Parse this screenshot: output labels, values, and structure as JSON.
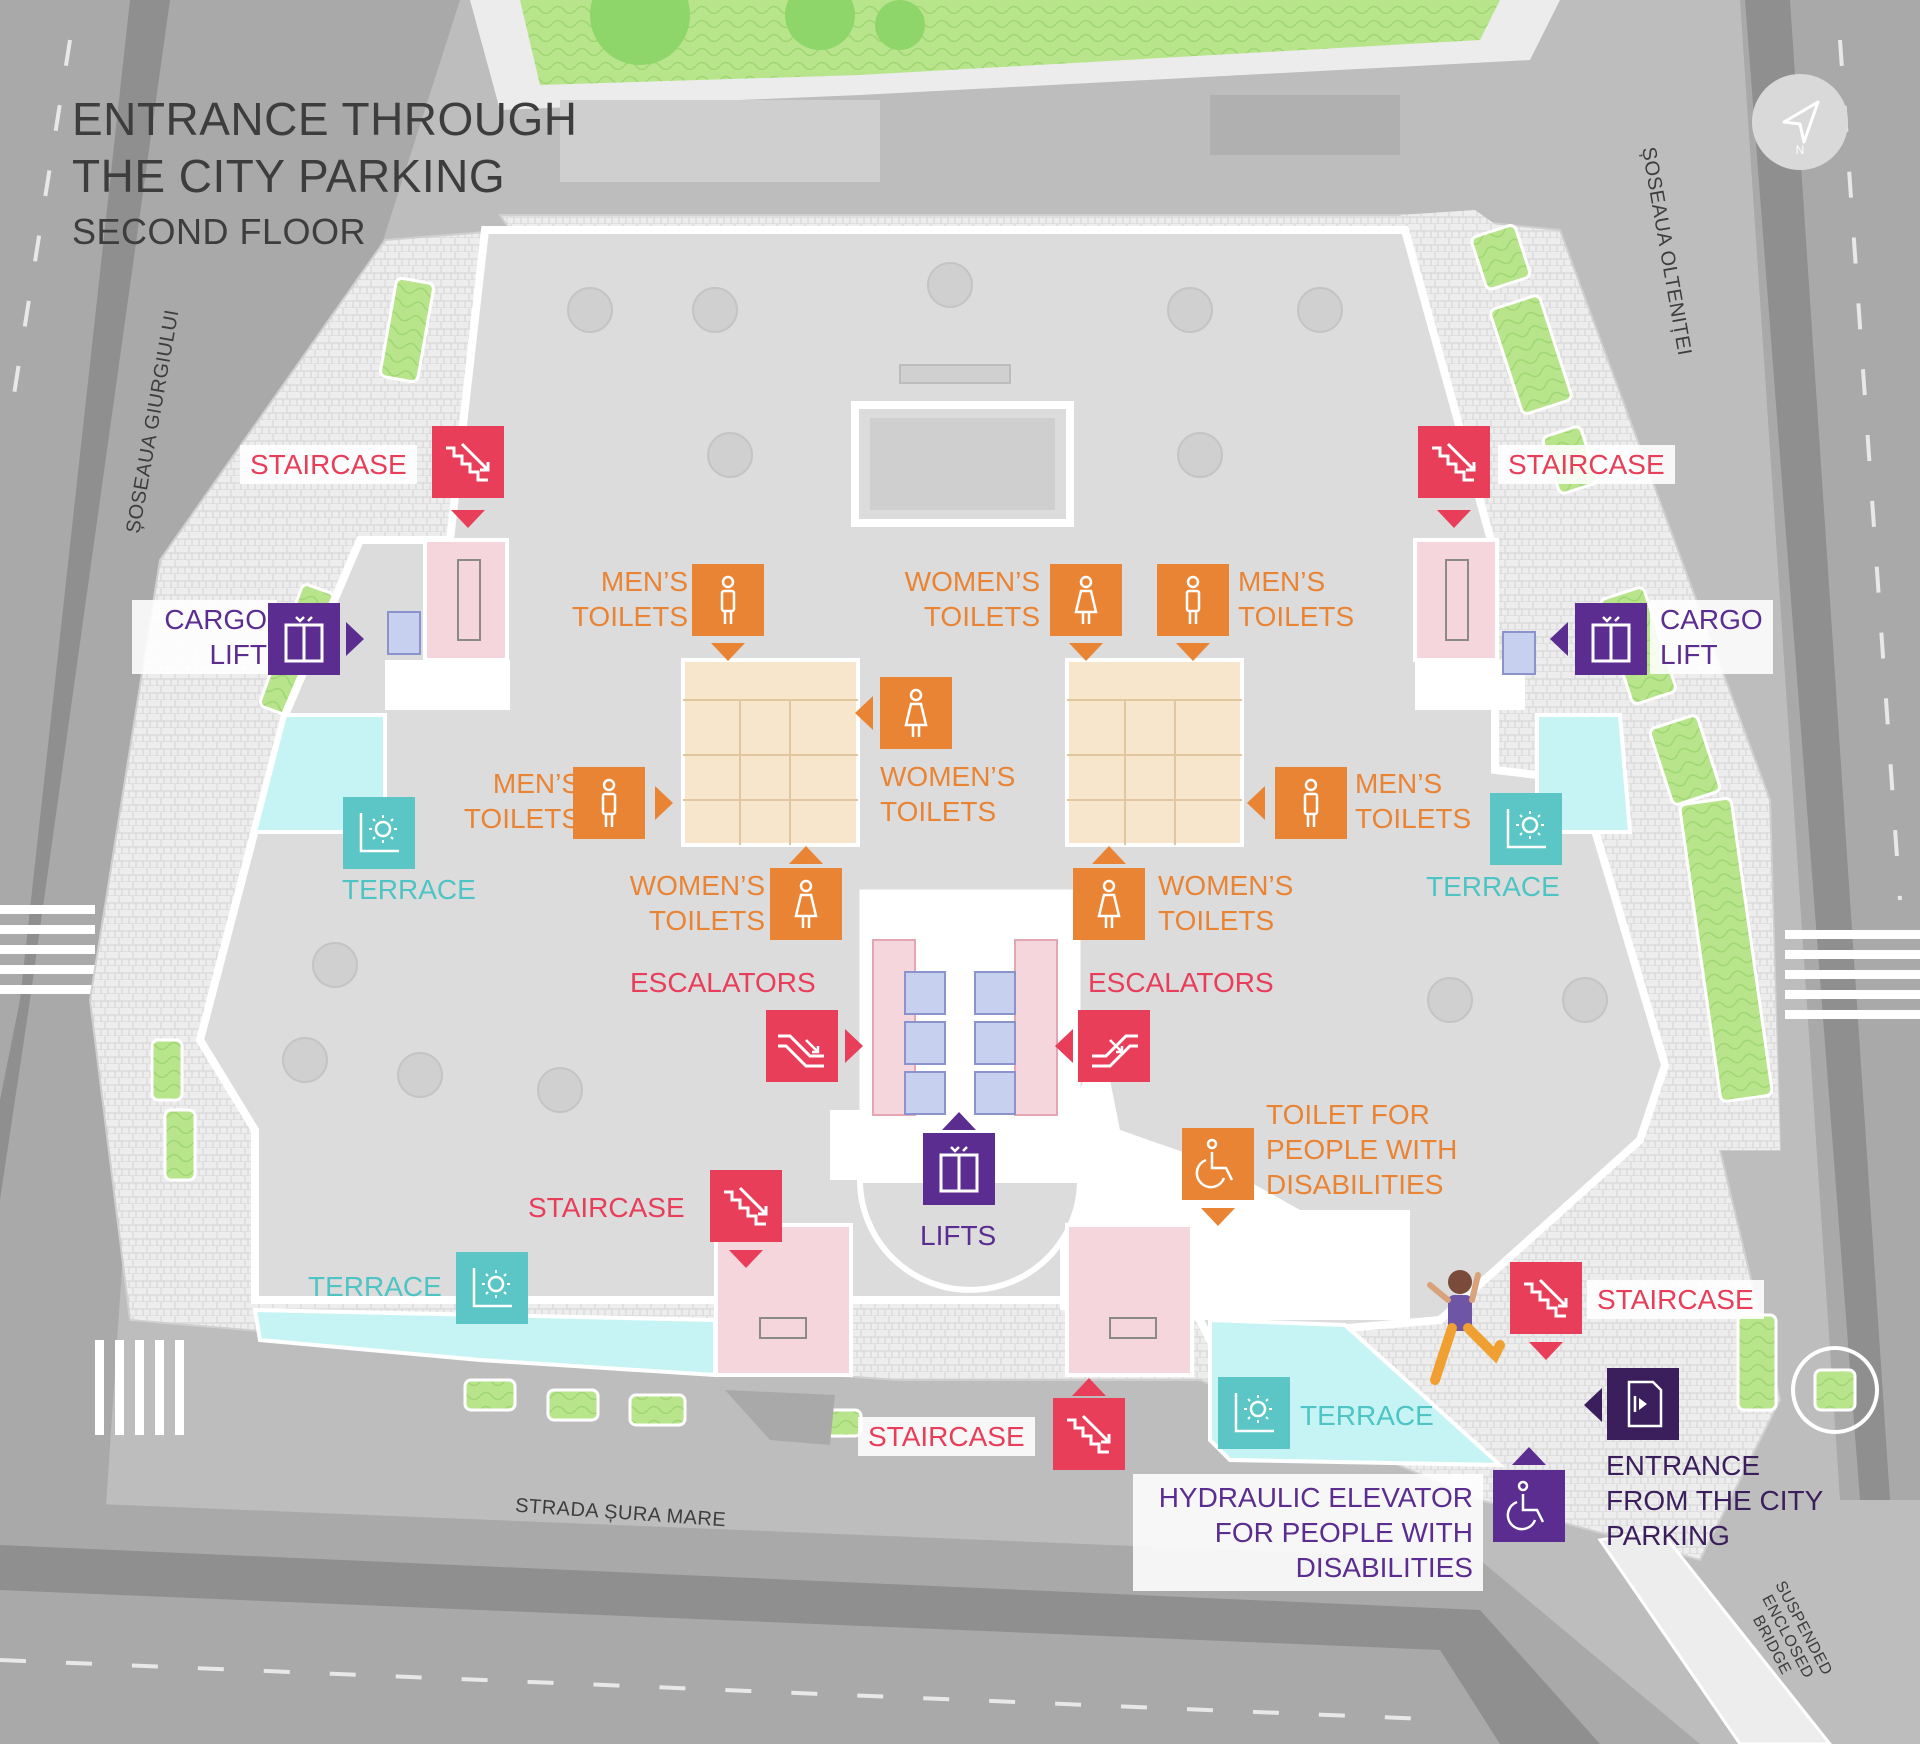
{
  "title": {
    "line1": "ENTRANCE THROUGH",
    "line2": "THE CITY PARKING",
    "floor": "SECOND FLOOR"
  },
  "streets": {
    "west": "ȘOSEAUA GIURGIULUI",
    "east": "ȘOSEAUA OLTENIȚEI",
    "south": "STRADA ȘURA MARE",
    "bridge_1": "SUSPENDED",
    "bridge_2": "ENCLOSED",
    "bridge_3": "BRIDGE"
  },
  "labels": {
    "staircase": "STAIRCASE",
    "cargo_1": "CARGO",
    "cargo_2": "LIFT",
    "men_1": "MEN’S",
    "women_1": "WOMEN’S",
    "toilets_2": "TOILETS",
    "terrace": "TERRACE",
    "escalators": "ESCALATORS",
    "lifts": "LIFTS",
    "disab_toilet_1": "TOILET FOR",
    "disab_toilet_2": "PEOPLE WITH",
    "disab_toilet_3": "DISABILITIES",
    "hydr_1": "HYDRAULIC ELEVATOR",
    "hydr_2": "FOR PEOPLE WITH",
    "hydr_3": "DISABILITIES",
    "entrance_1": "ENTRANCE",
    "entrance_2": "FROM THE CITY",
    "entrance_3": "PARKING"
  },
  "colors": {
    "staircase": "#e83e5a",
    "toilets": "#ea8435",
    "lifts": "#5b2d90",
    "entrance": "#3a1f5c",
    "terrace": "#5cc6c6",
    "floor": "#dcdcdc",
    "pink_core": "#f5d6dc",
    "toilet_block": "#f7e6cc",
    "terrace_water": "#c6f4f4",
    "greenery": "#b8e58c"
  },
  "icons": [
    "staircase-icon",
    "cargo-lift-icon",
    "man-icon",
    "woman-icon",
    "terrace-icon",
    "escalator-icon",
    "lift-icon",
    "wheelchair-icon",
    "entrance-door-icon",
    "compass-icon"
  ]
}
